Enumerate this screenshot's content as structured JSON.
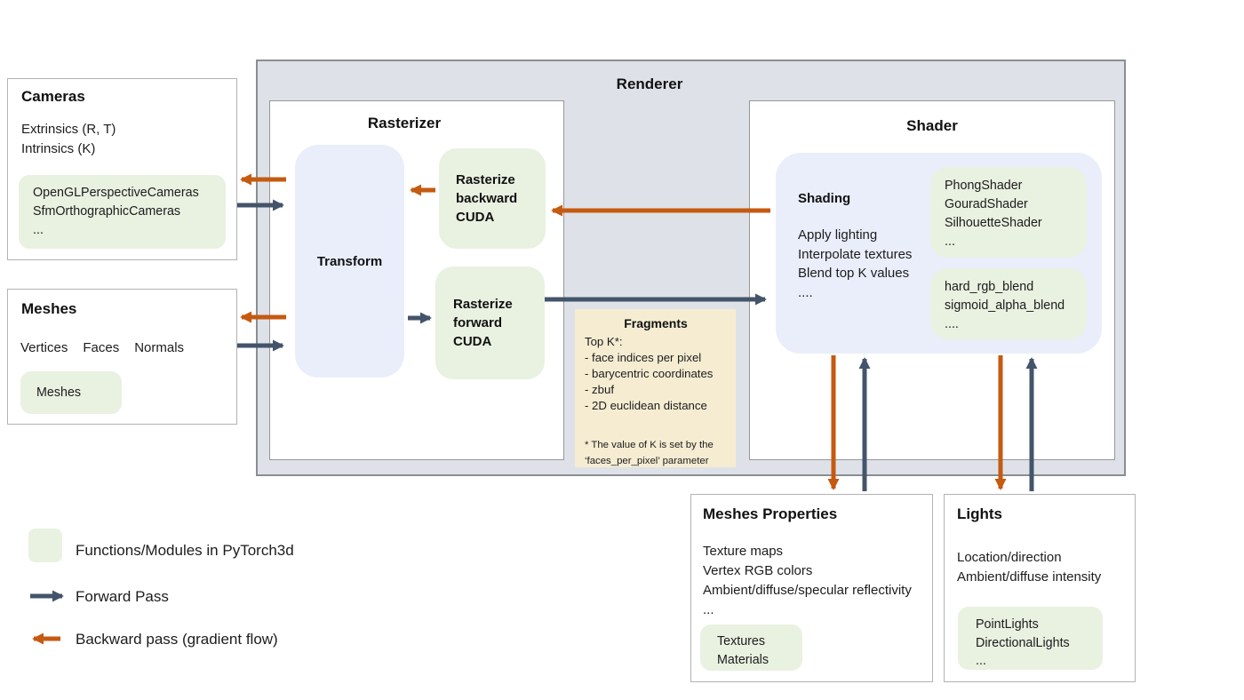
{
  "renderer": {
    "title": "Renderer"
  },
  "rasterizer": {
    "title": "Rasterizer",
    "transform_label": "Transform",
    "backward_lines": [
      "Rasterize",
      "backward",
      "CUDA"
    ],
    "forward_lines": [
      "Rasterize",
      "forward",
      "CUDA"
    ]
  },
  "fragments": {
    "title": "Fragments",
    "lines": [
      "Top K*:",
      "- face indices per pixel",
      "- barycentric coordinates",
      "- zbuf",
      "- 2D euclidean distance"
    ],
    "footnote": [
      "* The value of K is set by the",
      "‘faces_per_pixel’ parameter"
    ]
  },
  "shader": {
    "title": "Shader",
    "shading_title": "Shading",
    "shading_lines": [
      "Apply lighting",
      "Interpolate textures",
      "Blend top K values",
      "...."
    ],
    "shader_modules": [
      "PhongShader",
      "GouradShader",
      "SilhouetteShader",
      "..."
    ],
    "blend_modules": [
      "hard_rgb_blend",
      "sigmoid_alpha_blend",
      "...."
    ]
  },
  "cameras": {
    "title": "Cameras",
    "lines": [
      "Extrinsics (R, T)",
      "Intrinsics (K)"
    ],
    "modules": [
      "OpenGLPerspectiveCameras",
      "SfmOrthographicCameras",
      "..."
    ]
  },
  "meshes": {
    "title": "Meshes",
    "columns": [
      "Vertices",
      "Faces",
      "Normals"
    ],
    "modules": [
      "Meshes"
    ]
  },
  "meshes_properties": {
    "title": "Meshes Properties",
    "lines": [
      "Texture maps",
      "Vertex RGB colors",
      "Ambient/diffuse/specular reflectivity",
      "..."
    ],
    "modules": [
      "Textures",
      "Materials"
    ]
  },
  "lights": {
    "title": "Lights",
    "lines": [
      "Location/direction",
      "Ambient/diffuse intensity"
    ],
    "modules": [
      "PointLights",
      "DirectionalLights",
      "..."
    ]
  },
  "legend": {
    "modules_label": "Functions/Modules in PyTorch3d",
    "forward_label": "Forward Pass",
    "backward_label": "Backward pass (gradient flow)"
  },
  "colors": {
    "module_green": "#e9f1e1",
    "panel_blue": "#e9eefa",
    "fragments_tan": "#f5ecd2",
    "renderer_bg": "#dee2e8",
    "forward_arrow": "#44546a",
    "backward_arrow": "#c55a11"
  }
}
